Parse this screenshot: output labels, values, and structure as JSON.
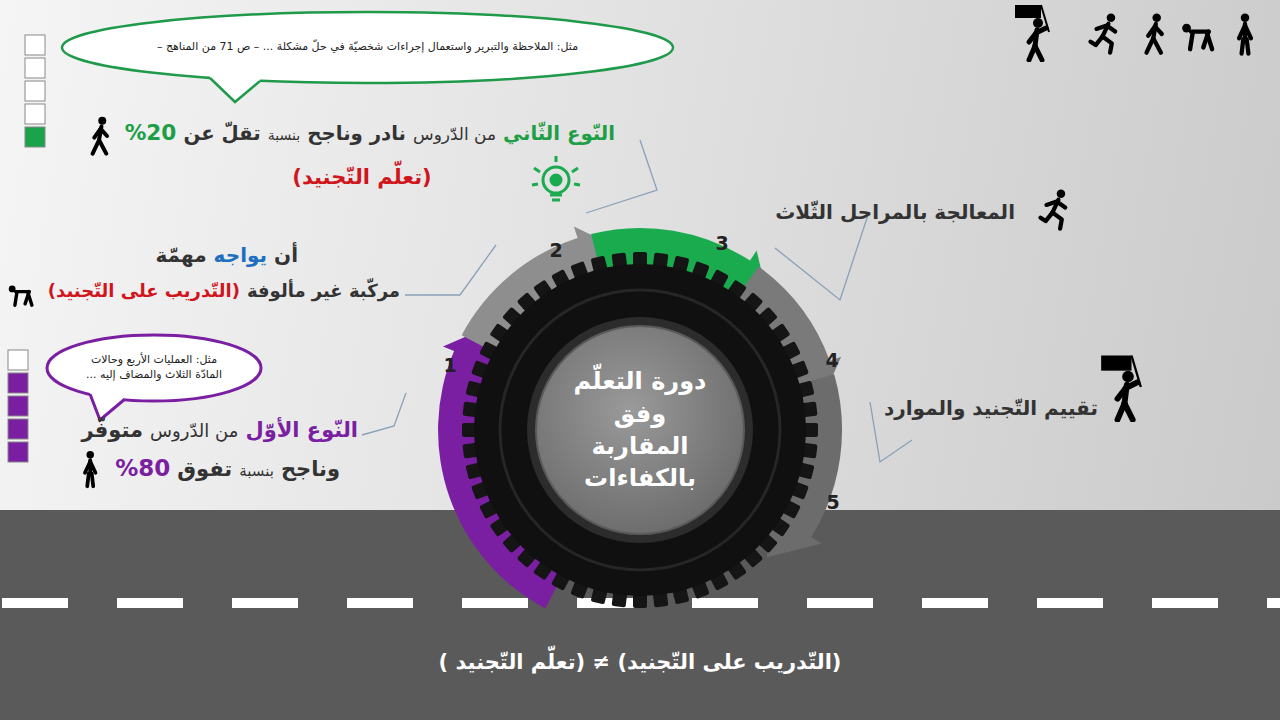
{
  "diagram": {
    "caption": "(التّدريب على التّجنيد) ≠ (تعلّم التّجنيد )",
    "nodes": [
      {
        "text": [
          "مثل: الملاحظة والتبرير  واستعمال إجراءات شخصيّة  في حلّ مشكلة ... – ص 71 من المناهج –"
        ]
      },
      {
        "text": [
          "مثل: العمليات الأربع وحالات المادّة الثلاث والمضاف إليه ..."
        ]
      },
      {
        "text": [
          "دورة التعلّم وفق المقاربة بالكفاءات"
        ]
      }
    ],
    "labels": [
      "النّوع الثّاني",
      "من الدّروس",
      "نادر وناجح",
      "بنسبة",
      "تقلّ عن",
      "%20",
      "(تعلّم التّجنيد)",
      "أن",
      "يواجه",
      "مهمّة",
      "مركّبة غير مألوفة",
      "(التّدريب على التّجنيد)",
      "النّوع الأوّل",
      "من الدّروس",
      "متوفّر",
      "وناجح",
      "بنسبة",
      "تفوق",
      "%80",
      "المعالجة بالمراحل الثّلاث",
      "تقييم التّجنيد والموارد",
      "1",
      "2",
      "3",
      "4",
      "5"
    ]
  }
}
